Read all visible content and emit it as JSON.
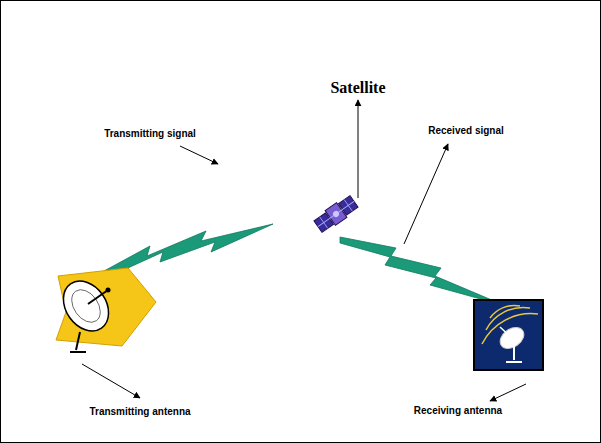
{
  "diagram": {
    "labels": [
      "Satellite",
      "Transmitting signal",
      "Received signal",
      "Transmitting antenna",
      "Receiving antenna"
    ]
  }
}
